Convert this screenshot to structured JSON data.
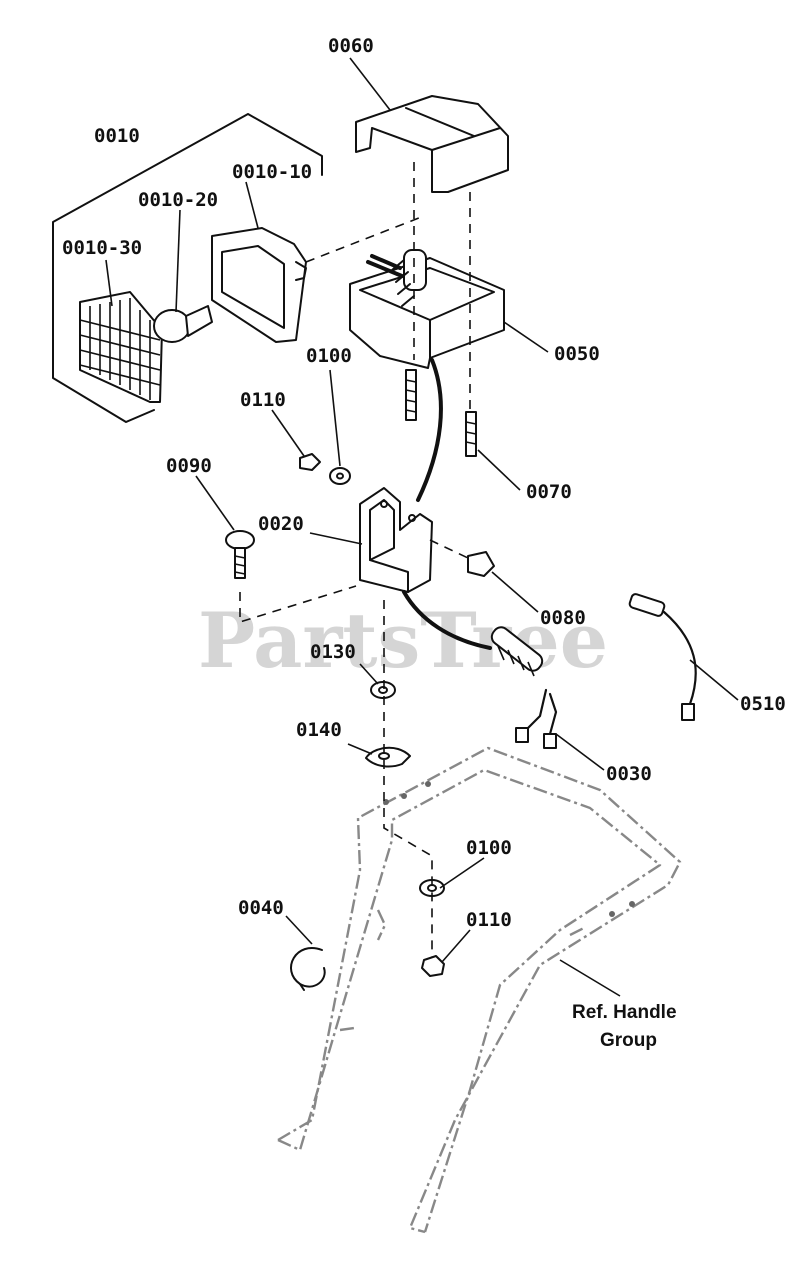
{
  "diagram": {
    "watermark": "PartsTree",
    "labels": {
      "p0060": "0060",
      "p0010": "0010",
      "p0010_10": "0010-10",
      "p0010_20": "0010-20",
      "p0010_30": "0010-30",
      "p0050": "0050",
      "p0100_top": "0100",
      "p0110_top": "0110",
      "p0090": "0090",
      "p0070": "0070",
      "p0020": "0020",
      "p0080": "0080",
      "p0130": "0130",
      "p0510": "0510",
      "p0140": "0140",
      "p0030": "0030",
      "p0100_bottom": "0100",
      "p0040": "0040",
      "p0110_bottom": "0110",
      "ref_line1": "Ref. Handle",
      "ref_line2": "Group"
    }
  }
}
